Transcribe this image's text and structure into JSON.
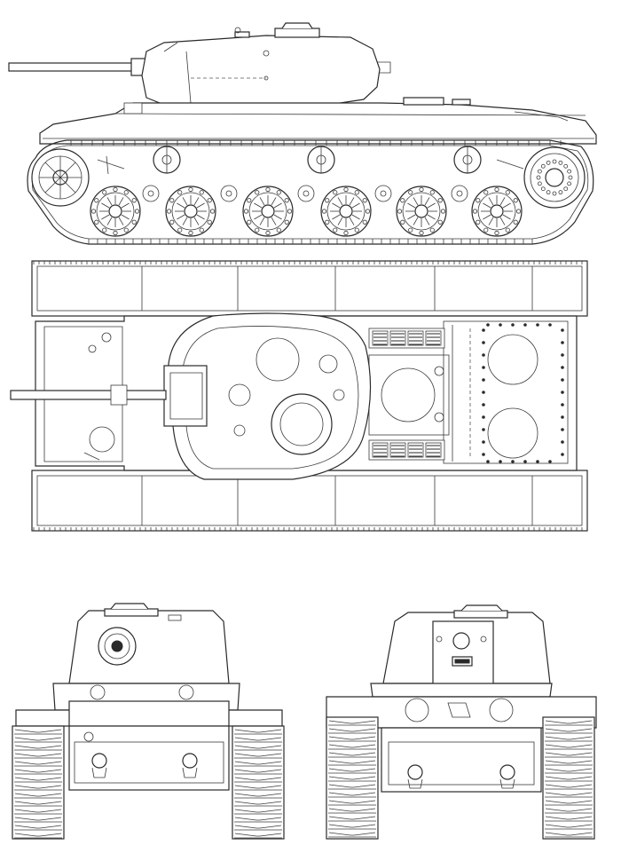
{
  "drawing": {
    "views": [
      {
        "id": "side",
        "name": "side-view"
      },
      {
        "id": "top",
        "name": "top-view"
      },
      {
        "id": "front",
        "name": "front-view"
      },
      {
        "id": "rear",
        "name": "rear-view"
      }
    ],
    "road_wheels_per_side": 6,
    "return_rollers_per_side": 3,
    "line_color": "#2a2a2a",
    "background": "#ffffff"
  }
}
